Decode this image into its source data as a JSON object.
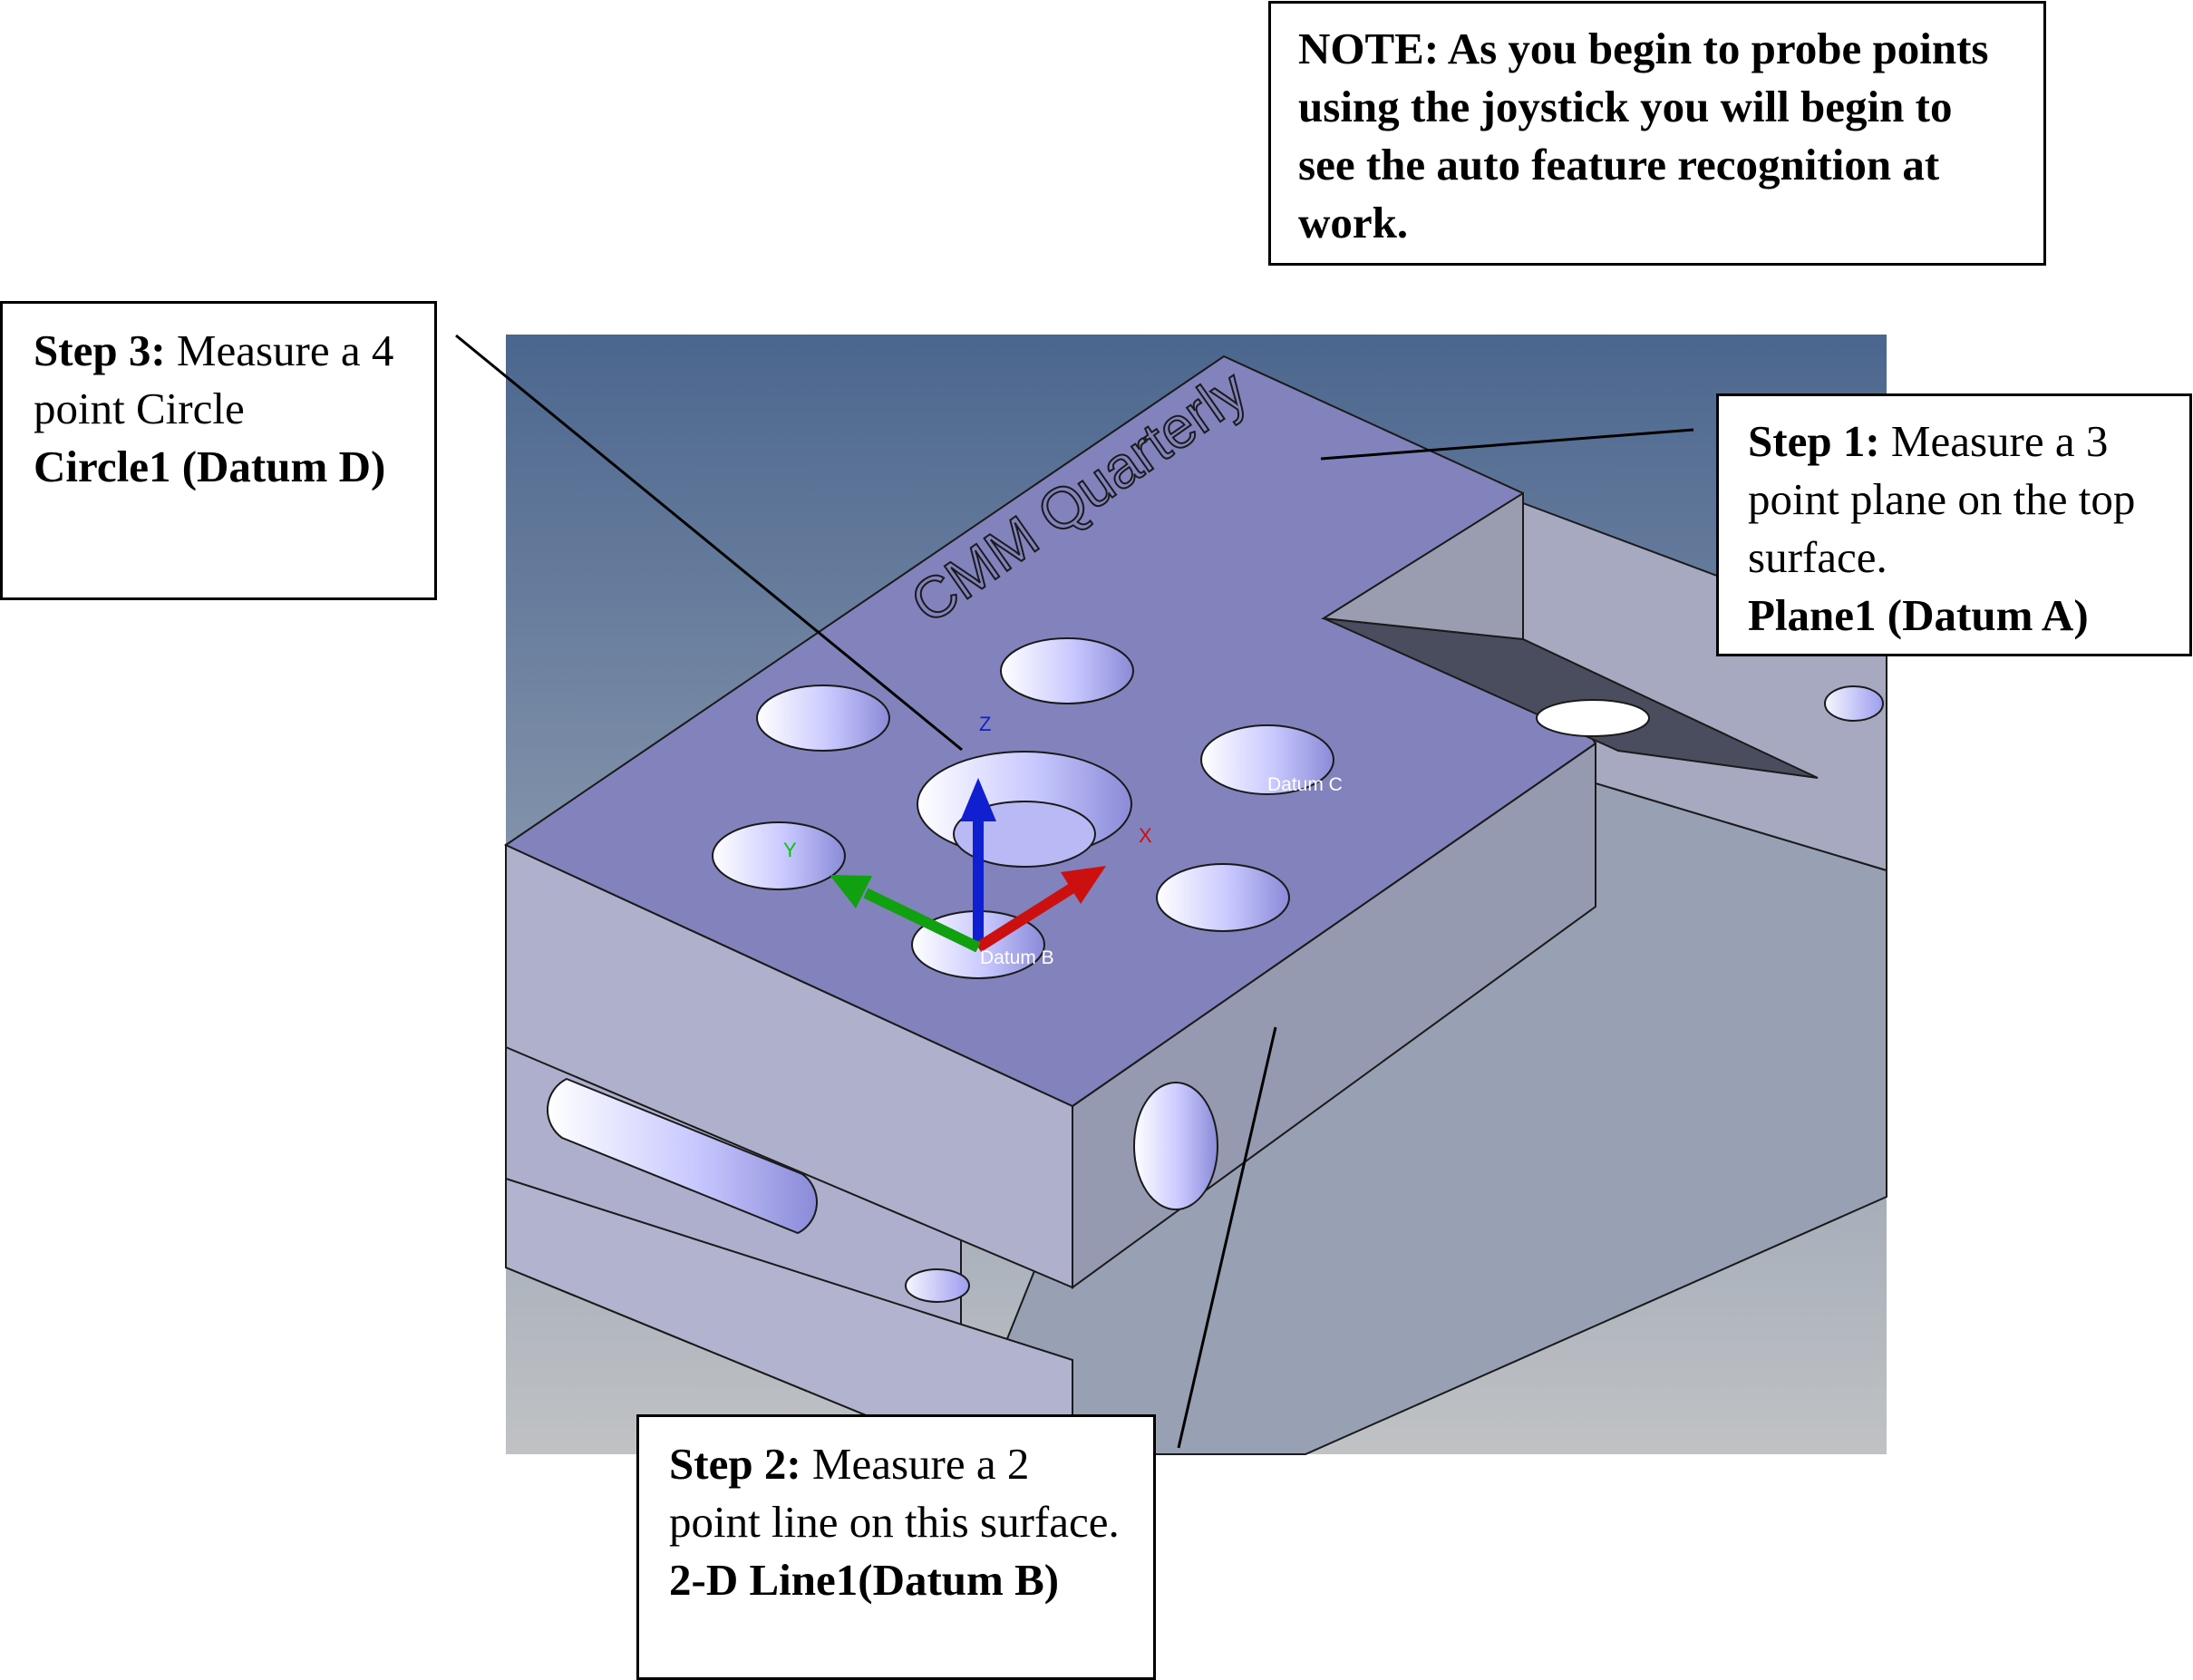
{
  "note": {
    "text": "NOTE: As you begin to probe points using the joystick you will begin to see the auto feature recognition at work."
  },
  "steps": {
    "step3": {
      "heading": "Step 3:",
      "description": " Measure a 4 point Circle",
      "feature": "Circle1 (Datum D)"
    },
    "step1": {
      "heading": "Step 1:",
      "description": " Measure a 3 point plane on the top surface.",
      "feature": "Plane1 (Datum A)"
    },
    "step2": {
      "heading": "Step 2:",
      "description": " Measure a 2 point line on this surface.",
      "feature": "2-D Line1(Datum B)"
    }
  },
  "model": {
    "engraving": "CMM Quarterly",
    "datum_b_label": "Datum B",
    "datum_c_label": "Datum C",
    "axis_x": "X",
    "axis_y": "Y",
    "axis_z": "Z"
  },
  "colors": {
    "viewport_top": "#4b668e",
    "viewport_bottom": "#c0c2c4",
    "top_surface": "#8282bd",
    "front_face": "#aeb0cc",
    "right_face": "#989cb1",
    "axis_x": "#cc1010",
    "axis_y": "#10a010",
    "axis_z": "#1020d0",
    "leader": "#000000"
  }
}
